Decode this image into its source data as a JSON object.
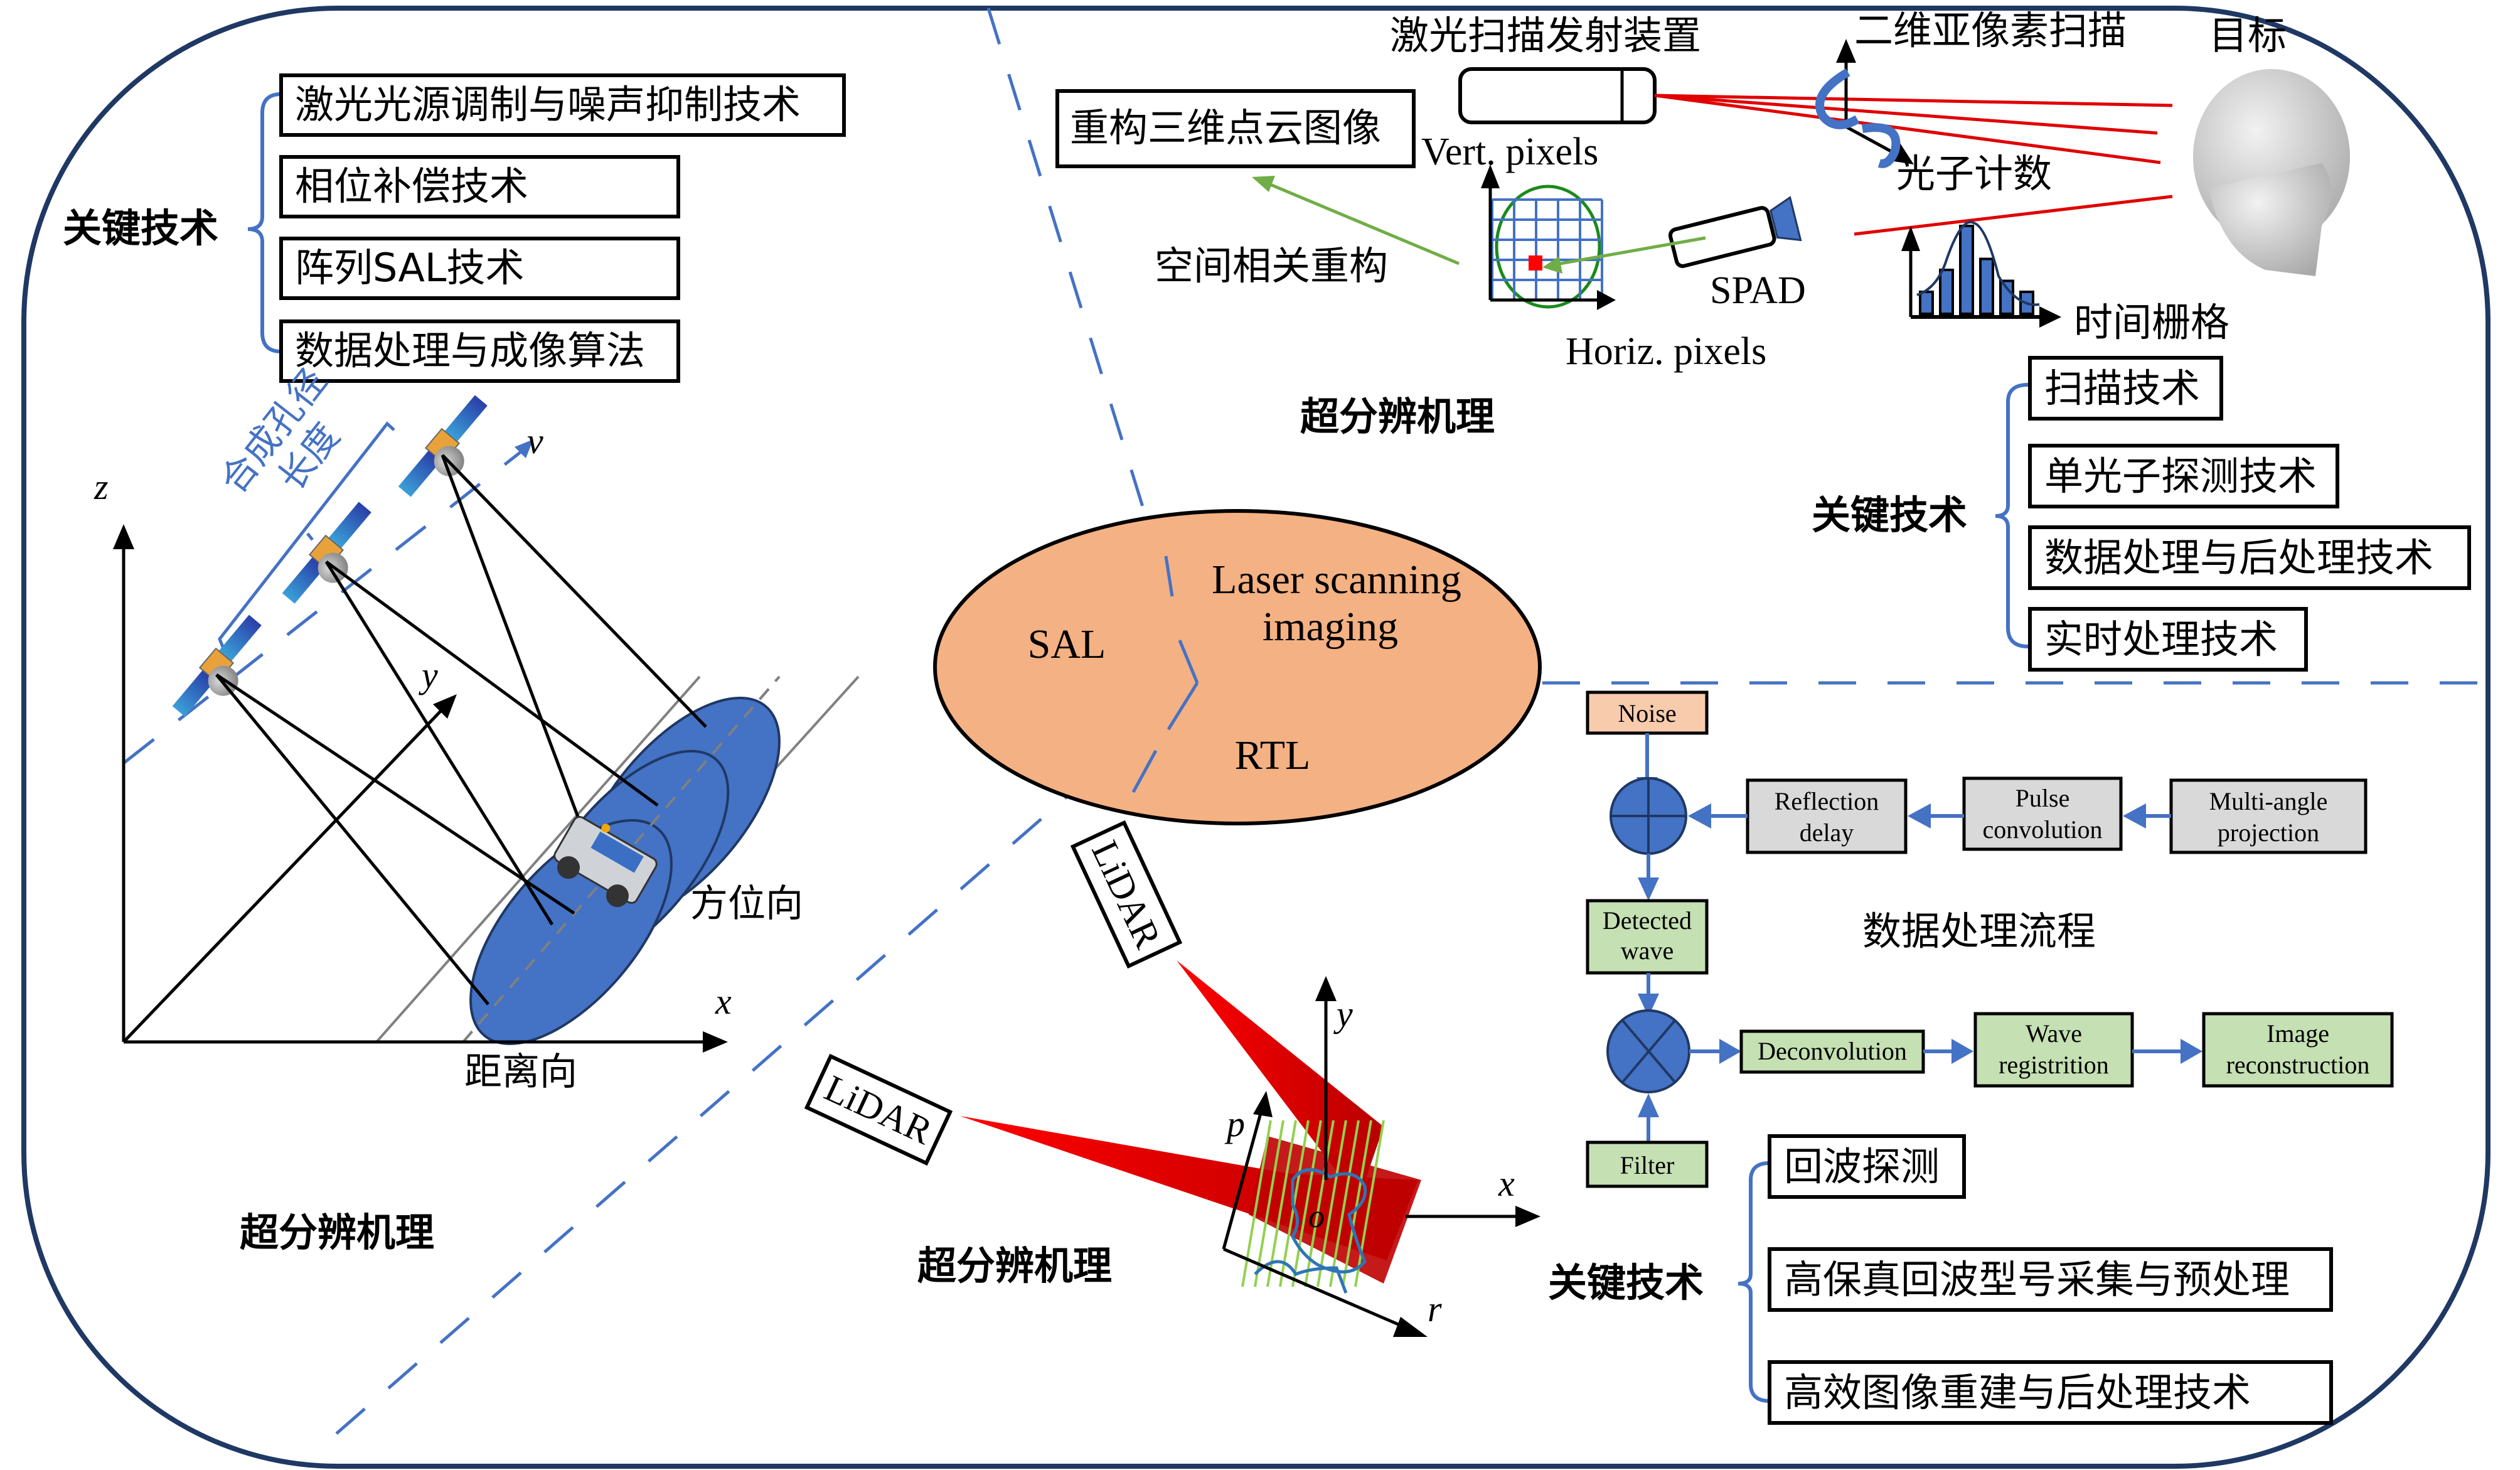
{
  "colors": {
    "border": "#1f3864",
    "divider": "#4472c4",
    "center_ellipse": "#f4b183",
    "noise_box": "#f8cbad",
    "gray_box": "#d9d9d9",
    "green_box": "#c5e0b3",
    "sum_node": "#4472c4",
    "laser_red": "#e00000",
    "spad_green": "#70ad47"
  },
  "center": {
    "labels": [
      "SAL",
      "Laser scanning",
      "imaging",
      "RTL"
    ]
  },
  "sal_panel": {
    "key_tech_label": "关键技术",
    "key_tech_items": [
      "激光光源调制与噪声抑制技术",
      "相位补偿技术",
      "阵列SAL技术",
      "数据处理与成像算法"
    ],
    "aperture_label_line1": "合成孔径",
    "aperture_label_line2": "长度",
    "axis_z": "z",
    "axis_y": "y",
    "axis_x": "x",
    "velocity": "v",
    "azimuth_label": "方位向",
    "range_label": "距离向",
    "mechanism_label": "超分辨机理"
  },
  "scan_panel": {
    "emitter_label": "激光扫描发射装置",
    "subpixel_scan_label": "二维亚像素扫描",
    "target_label": "目标",
    "reconstruct_box": "重构三维点云图像",
    "vert_pixels": "Vert. pixels",
    "horiz_pixels": "Horiz. pixels",
    "photon_count_label": "光子计数",
    "spad_label": "SPAD",
    "spatial_recon_label": "空间相关重构",
    "time_bins_label": "时间栅格",
    "mechanism_label": "超分辨机理",
    "histogram_values": [
      2,
      4,
      8,
      5,
      3,
      2
    ],
    "key_tech_label": "关键技术",
    "key_tech_items": [
      "扫描技术",
      "单光子探测技术",
      "数据处理与后处理技术",
      "实时处理技术"
    ]
  },
  "rtl_panel": {
    "lidar_label": "LiDAR",
    "axis_x": "x",
    "axis_y": "y",
    "axis_p": "p",
    "axis_r": "r",
    "origin": "o",
    "mechanism_label": "超分辨机理",
    "flow_title": "数据处理流程",
    "flow_nodes": {
      "noise": "Noise",
      "reflection_delay": [
        "Reflection",
        "delay"
      ],
      "pulse_convolution": [
        "Pulse",
        "convolution"
      ],
      "multi_angle": [
        "Multi-angle",
        "projection"
      ],
      "detected_wave": [
        "Detected",
        "wave"
      ],
      "deconvolution": "Deconvolution",
      "wave_registration": [
        "Wave",
        "registrition"
      ],
      "image_reconstruction": [
        "Image",
        "reconstruction"
      ],
      "filter": "Filter"
    },
    "key_tech_label": "关键技术",
    "key_tech_items": [
      "回波探测",
      "高保真回波型号采集与预处理",
      "高效图像重建与后处理技术"
    ]
  }
}
